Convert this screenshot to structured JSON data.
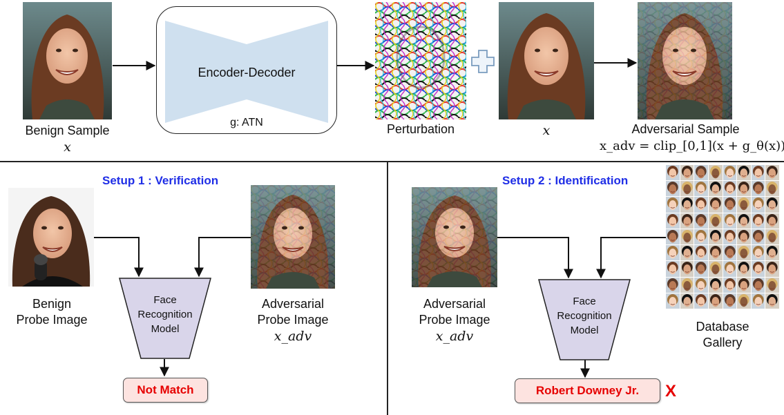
{
  "top": {
    "benign_sample": {
      "label": "Benign Sample",
      "var": "x"
    },
    "encoder": {
      "title": "Encoder-Decoder",
      "subtitle": "g: ATN"
    },
    "perturbation": {
      "label": "Perturbation"
    },
    "plus_symbol": "+",
    "clean": {
      "var": "x"
    },
    "adversarial_sample": {
      "label": "Adversarial Sample",
      "formula": "x_adv = clip_[0,1](x + g_θ(x))"
    }
  },
  "setup1": {
    "title": "Setup 1 : Verification",
    "benign_probe_label": [
      "Benign",
      "Probe Image"
    ],
    "adv_probe_label": [
      "Adversarial",
      "Probe Image"
    ],
    "adv_probe_var": "x_adv",
    "model_label": [
      "Face",
      "Recognition",
      "Model"
    ],
    "result": "Not Match"
  },
  "setup2": {
    "title": "Setup 2 : Identification",
    "adv_probe_label": [
      "Adversarial",
      "Probe Image"
    ],
    "adv_probe_var": "x_adv",
    "model_label": [
      "Face",
      "Recognition",
      "Model"
    ],
    "gallery_label": [
      "Database",
      "Gallery"
    ],
    "result": "Robert Downey Jr.",
    "wrong_mark": "X"
  },
  "colors": {
    "model_fill": "#d9d5ea",
    "encoder_fill": "#cfe0ef",
    "setup_title": "#1f2ee6",
    "result_fill": "#fde3e0",
    "result_text": "#e60000"
  }
}
